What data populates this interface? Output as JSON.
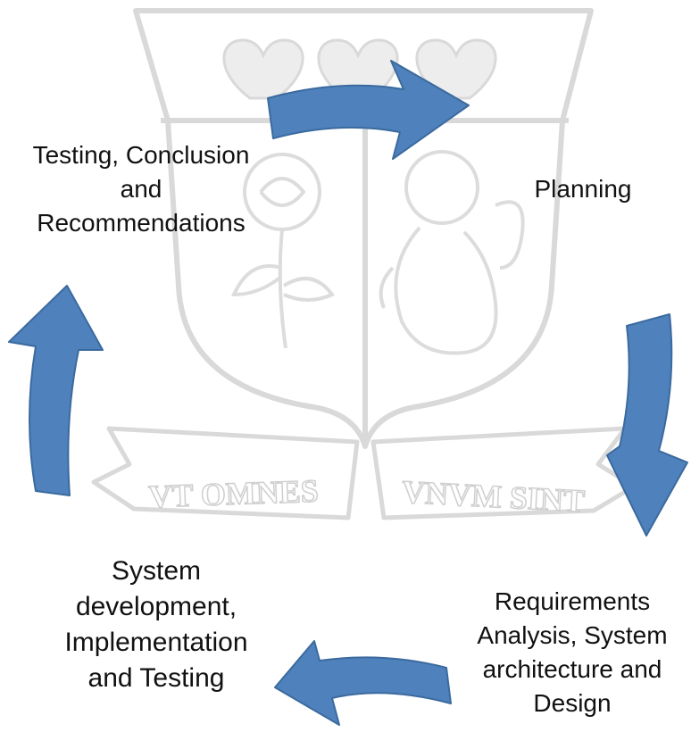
{
  "watermark": {
    "motto_left": "VT OMNES",
    "motto_right": "VNVM SINT"
  },
  "stages": {
    "planning": "Planning",
    "requirements": "Requirements\nAnalysis, System\narchitecture and\nDesign",
    "development": "System\ndevelopment,\nImplementation\nand Testing",
    "testing": "Testing, Conclusion\nand\nRecommendations"
  },
  "colors": {
    "arrow_fill": "#4f81bd",
    "arrow_stroke": "#3b6a9e",
    "watermark_gray": "#d9d9d9"
  },
  "icons": {
    "crest": "crest-watermark-icon",
    "cycle_arrows": "curved-arrow-icon"
  }
}
